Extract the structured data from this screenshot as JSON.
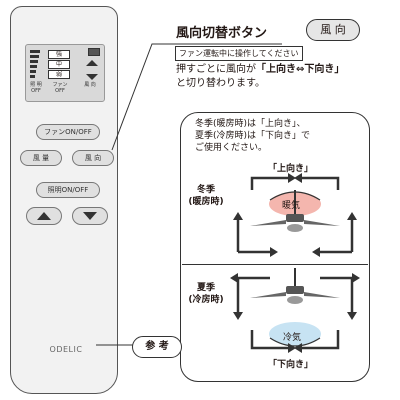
{
  "remote": {
    "lcd": {
      "box_top": "強",
      "box_mid": "中",
      "box_bottom": "弱",
      "label_light": "照 明",
      "label_light_state": "OFF",
      "label_fan": "ファン",
      "label_fan_state": "OFF",
      "label_direction": "風 向"
    },
    "buttons": {
      "fan_onoff": "ファンON/OFF",
      "wind_volume": "風 量",
      "wind_direction": "風 向",
      "light_onoff": "照明ON/OFF"
    },
    "brand": "ODELIC"
  },
  "main": {
    "title": "風向切替ボタン",
    "button_icon_label": "風 向",
    "note": "ファン運転中に操作してください",
    "desc_line1_a": "押すごとに風向が",
    "desc_line1_b": "「上向き⇔下向き」",
    "desc_line2": "と切り替わります。"
  },
  "reference": {
    "label": "参 考",
    "note_line1": "冬季(暖房時)は「上向き」、",
    "note_line2": "夏季(冷房時)は「下向き」で",
    "note_line3": "ご使用ください。",
    "winter": {
      "direction": "「上向き」",
      "season_line1": "冬季",
      "season_line2": "(暖房時)",
      "air_label": "暖気"
    },
    "summer": {
      "direction": "「下向き」",
      "season_line1": "夏季",
      "season_line2": "(冷房時)",
      "air_label": "冷気"
    }
  },
  "colors": {
    "warm": "#f4b6ae",
    "cool": "#c7e3f3",
    "arrow": "#333333"
  }
}
